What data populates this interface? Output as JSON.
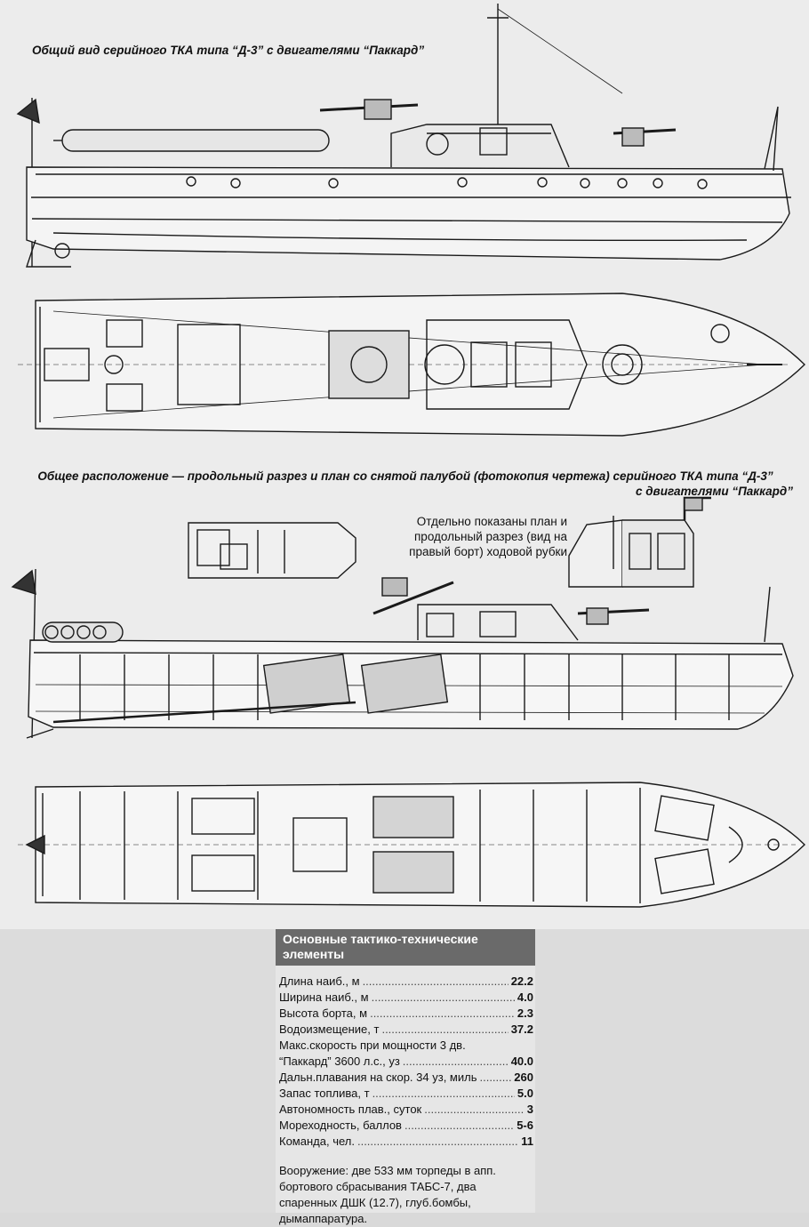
{
  "captions": {
    "general_view": "Общий вид серийного ТКА типа “Д-3” с двигателями “Паккард”",
    "layout_line1": "Общее расположение — продольный разрез и план со снятой палубой (фотокопия чертежа) серийного ТКА типа “Д-3”",
    "layout_line2": "с двигателями “Паккард”",
    "cabin_note": "Отдельно показаны план и продольный разрез (вид на правый борт) ходовой рубки"
  },
  "specs": {
    "title": "Основные тактико-технические элементы",
    "rows": [
      {
        "label": "Длина наиб., м",
        "value": "22.2"
      },
      {
        "label": "Ширина наиб., м",
        "value": "4.0"
      },
      {
        "label": "Высота борта, м",
        "value": "2.3"
      },
      {
        "label": "Водоизмещение, т",
        "value": "37.2"
      },
      {
        "label": "Макс.скорость при мощности 3 дв.",
        "value": ""
      },
      {
        "label": "“Паккард” 3600 л.с., уз",
        "value": "40.0"
      },
      {
        "label": "Дальн.плавания на скор. 34 уз, миль",
        "value": "260"
      },
      {
        "label": "Запас топлива, т",
        "value": "5.0"
      },
      {
        "label": "Автономность плав., суток",
        "value": "3"
      },
      {
        "label": "Мореходность, баллов",
        "value": "5-6"
      },
      {
        "label": "Команда, чел.",
        "value": "11"
      }
    ],
    "armament": "Вооружение: две 533 мм торпеды в апп. бортового сбрасывания ТАБС-7, два спаренных ДШК (12.7), глуб.бомбы, дымаппаратура."
  },
  "colors": {
    "ink": "#1a1a1a",
    "paper": "#ececec",
    "header_bg": "#6a6a6a"
  }
}
